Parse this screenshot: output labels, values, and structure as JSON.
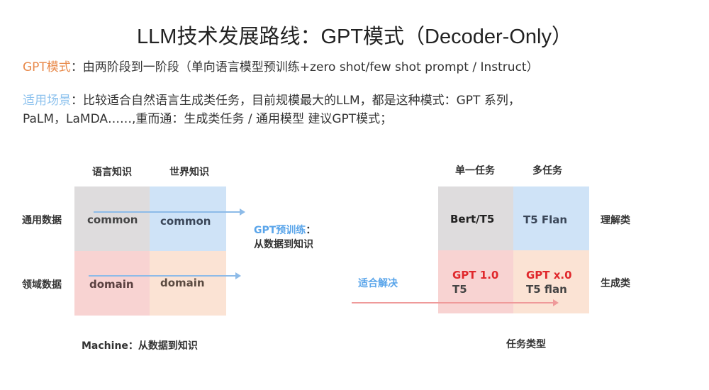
{
  "title": "LLM技术发展路线：GPT模式（Decoder-Only）",
  "line1": {
    "label": "GPT模式",
    "text": "：由两阶段到一阶段（单向语言模型预训练+zero shot/few shot prompt / Instruct）"
  },
  "line2": {
    "label": "适用场景",
    "text": "：比较适合自然语言生成类任务，目前规模最大的LLM，都是这种模式：GPT 系列，",
    "text2": "PaLM，LaMDA……,重而通：生成类任务 / 通用模型 建议GPT模式；"
  },
  "left_grid": {
    "col_headers": [
      "语言知识",
      "世界知识"
    ],
    "row_headers": [
      "通用数据",
      "领域数据"
    ],
    "cells": [
      [
        "common",
        "common"
      ],
      [
        "domain",
        "domain"
      ]
    ],
    "side_label_1": "GPT预训练",
    "side_label_colon": "：",
    "side_label_2": "从数据到知识",
    "caption": "Machine：从数据到知识"
  },
  "right_grid": {
    "col_headers": [
      "单一任务",
      "多任务"
    ],
    "row_headers": [
      "理解类",
      "生成类"
    ],
    "cells": [
      [
        {
          "l1": "Bert/T5"
        },
        {
          "l1": "T5 Flan"
        }
      ],
      [
        {
          "l1": "GPT 1.0",
          "l2": "T5"
        },
        {
          "l1": "GPT x.0",
          "l2": "T5 flan"
        }
      ]
    ],
    "side_label": "适合解决",
    "caption": "任务类型"
  }
}
